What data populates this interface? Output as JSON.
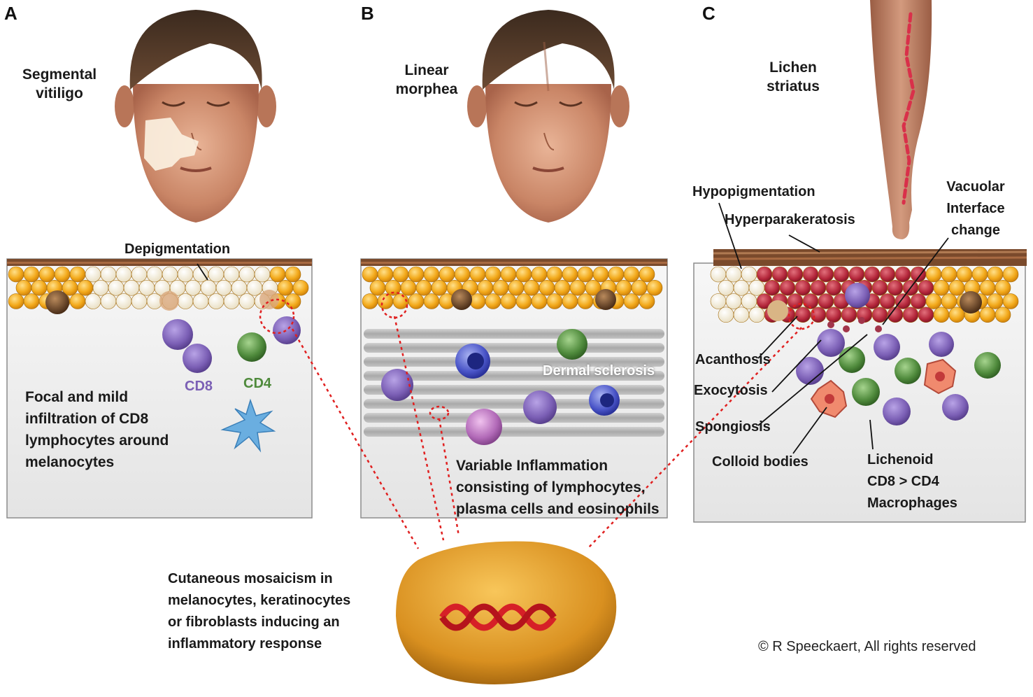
{
  "panels": [
    {
      "letter": "A",
      "title_line1": "Segmental",
      "title_line2": "vitiligo"
    },
    {
      "letter": "B",
      "title_line1": "Linear",
      "title_line2": "morphea"
    },
    {
      "letter": "C",
      "title_line1": "Lichen",
      "title_line2": "striatus"
    }
  ],
  "panel_a": {
    "depigmentation": "Depigmentation",
    "cd8": "CD8",
    "cd4": "CD4",
    "infiltration": [
      "Focal and mild",
      "infiltration of CD8",
      "lymphocytes around",
      "melanocytes"
    ]
  },
  "panel_b": {
    "dermal_sclerosis": "Dermal sclerosis",
    "inflammation": [
      "Variable Inflammation",
      "consisting of lymphocytes,",
      "plasma cells and eosinophils"
    ]
  },
  "panel_c": {
    "hypopigmentation": "Hypopigmentation",
    "hyperparakeratosis": "Hyperparakeratosis",
    "vacuolar": [
      "Vacuolar",
      "Interface",
      "change"
    ],
    "acanthosis": "Acanthosis",
    "exocytosis": "Exocytosis",
    "spongiosis": "Spongiosis",
    "colloid_bodies": "Colloid bodies",
    "lichenoid": [
      "Lichenoid",
      "CD8 > CD4",
      "Macrophages"
    ]
  },
  "mosaicism": [
    "Cutaneous mosaicism in",
    "melanocytes, keratinocytes",
    "or fibroblasts inducing an",
    "inflammatory response"
  ],
  "copyright": "© R Speeckaert, All rights reserved",
  "colors": {
    "cd8_purple": "#7b5fb5",
    "cd4_green": "#4f8a3c",
    "connector_red": "#e02020",
    "keratinocyte_yellow": "#f2a91a",
    "inflamed_red": "#b3263a",
    "panel_bg": "#ececec"
  }
}
